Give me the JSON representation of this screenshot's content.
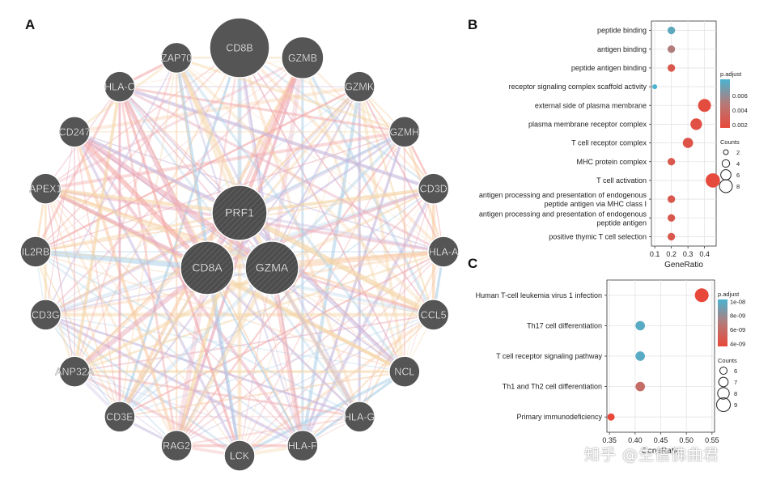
{
  "panels": {
    "a": "A",
    "b": "B",
    "c": "C"
  },
  "network": {
    "outer_nodes": [
      "CD8B",
      "GZMB",
      "GZMK",
      "GZMH",
      "CD3D",
      "HLA-A",
      "CCL5",
      "NCL",
      "HLA-G",
      "HLA-F",
      "LCK",
      "RAG2",
      "CD3E",
      "ANP32A",
      "CD3G",
      "IL2RB",
      "APEX1",
      "CD247",
      "HLA-C",
      "ZAP70"
    ],
    "inner_nodes": [
      "PRF1",
      "CD8A",
      "GZMA"
    ],
    "edge_colors": [
      "#e8a7b7",
      "#f2a3a3",
      "#f7c9a0",
      "#a9cde6",
      "#c5b6dd",
      "#f4d5a6"
    ]
  },
  "chart_data": [
    {
      "type": "scatter",
      "panel": "B",
      "categories": [
        "peptide binding",
        "antigen binding",
        "peptide antigen binding",
        "receptor signaling complex scaffold activity",
        "external side of plasma membrane",
        "plasma membrane receptor complex",
        "T cell receptor complex",
        "MHC protein complex",
        "T cell activation",
        "antigen processing and presentation of endogenous\npeptide antigen via MHC class I",
        "antigen processing and presentation of endogenous\npeptide antigen",
        "positive thymic T cell selection"
      ],
      "gene_ratio": [
        0.2,
        0.2,
        0.2,
        0.1,
        0.4,
        0.35,
        0.3,
        0.2,
        0.45,
        0.2,
        0.2,
        0.2
      ],
      "counts": [
        4,
        4,
        4,
        2,
        8,
        7,
        6,
        4,
        9,
        4,
        4,
        4
      ],
      "p_adjust": [
        0.0062,
        0.0038,
        0.0015,
        0.0068,
        0.0008,
        0.001,
        0.0012,
        0.0015,
        0.0006,
        0.0015,
        0.0015,
        0.0015
      ],
      "xlabel": "GeneRatio",
      "xticks": [
        "0.1",
        "0.2",
        "0.3",
        "0.4"
      ],
      "xlim": [
        0.08,
        0.47
      ],
      "legend_color_title": "p.adjust",
      "legend_color_ticks": [
        "0.006",
        "0.004",
        "0.002"
      ],
      "color_range": [
        0.0005,
        0.0068
      ],
      "legend_size_title": "Counts",
      "legend_size_values": [
        2,
        4,
        6,
        8
      ],
      "grid": true,
      "legend_position": "right"
    },
    {
      "type": "scatter",
      "panel": "C",
      "categories": [
        "Human T-cell leukemia virus 1 infection",
        "Th17 cell differentiation",
        "T cell receptor signaling pathway",
        "Th1 and Th2 cell differentiation",
        "Primary immunodeficiency"
      ],
      "gene_ratio": [
        0.53,
        0.41,
        0.41,
        0.41,
        0.353
      ],
      "counts": [
        9,
        7,
        7,
        7,
        6
      ],
      "p_adjust": [
        3.5e-09,
        1e-08,
        1e-08,
        6e-09,
        3.5e-09
      ],
      "xlabel": "GeneRatio",
      "xticks": [
        "0.35",
        "0.40",
        "0.45",
        "0.50",
        "0.55"
      ],
      "xlim": [
        0.345,
        0.555
      ],
      "legend_color_title": "p.adjust",
      "legend_color_ticks": [
        "1e-08",
        "8e-09",
        "6e-09",
        "4e-09"
      ],
      "color_range": [
        3.5e-09,
        1.05e-08
      ],
      "legend_size_title": "Counts",
      "legend_size_values": [
        6,
        7,
        8,
        9
      ],
      "grid": true,
      "legend_position": "right"
    }
  ],
  "watermark": "知乎 @生信佛曲君"
}
